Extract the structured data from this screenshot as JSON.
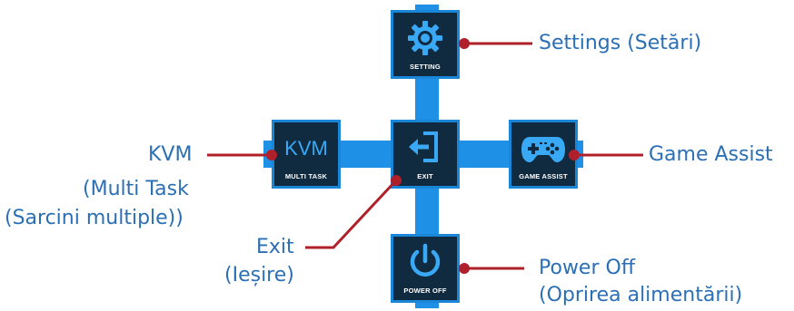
{
  "tiles": {
    "setting": {
      "caption": "SETTING",
      "icon": "gear-icon"
    },
    "multi_task": {
      "caption": "MULTI TASK",
      "icon_text": "KVM"
    },
    "exit": {
      "caption": "EXIT",
      "icon": "exit-icon"
    },
    "game_assist": {
      "caption": "GAME ASSIST",
      "icon": "gamepad-icon"
    },
    "power_off": {
      "caption": "POWER OFF",
      "icon": "power-icon"
    }
  },
  "callouts": {
    "settings": "Settings (Setări)",
    "kvm": {
      "line1": "KVM",
      "line2": "(Multi Task",
      "line3": "(Sarcini multiple))"
    },
    "game_assist": "Game Assist",
    "exit": {
      "line1": "Exit",
      "line2": "(Ieșire)"
    },
    "power_off": {
      "line1": "Power Off",
      "line2": "(Oprirea alimentării)"
    }
  },
  "colors": {
    "cross": "#1e90e6",
    "tile_bg": "#102a40",
    "icon": "#39a9f6",
    "callout_text": "#2b6fb4",
    "leader_line": "#b0202a"
  }
}
